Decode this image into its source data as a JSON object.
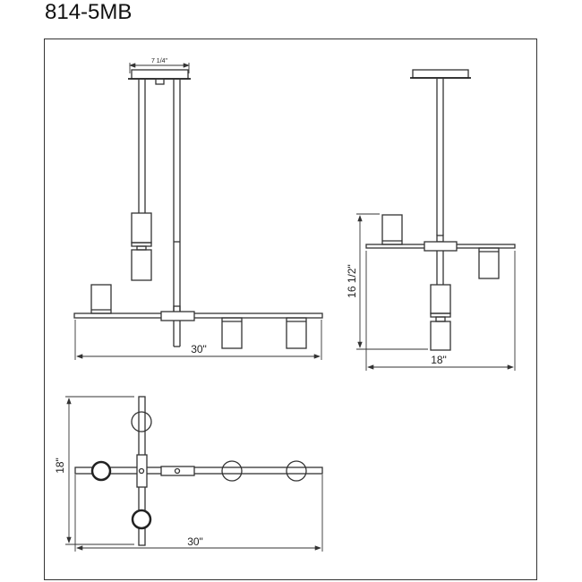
{
  "header": {
    "model_number": "814-5MB"
  },
  "views": {
    "front": {
      "canopy_width": "7 1/4\"",
      "overall_width": "30\""
    },
    "side": {
      "height": "16 1/2\"",
      "width": "18\""
    },
    "top": {
      "depth": "18\"",
      "width": "30\""
    }
  },
  "colors": {
    "line": "#333333",
    "background": "#ffffff"
  }
}
